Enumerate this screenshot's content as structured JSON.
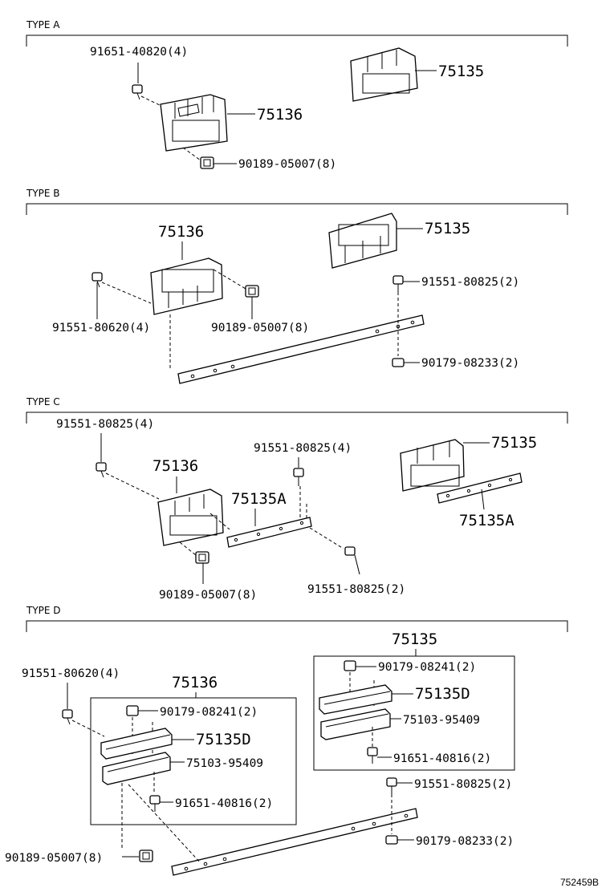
{
  "sections": {
    "a": {
      "title": "TYPE A",
      "labels": {
        "bolt": "91651-40820(4)",
        "p75135": "75135",
        "p75136": "75136",
        "clip": "90189-05007(8)"
      }
    },
    "b": {
      "title": "TYPE B",
      "labels": {
        "p75136": "75136",
        "p75135": "75135",
        "bolt_r": "91551-80825(2)",
        "bolt_l": "91551-80620(4)",
        "clip": "90189-05007(8)",
        "nut": "90179-08233(2)"
      }
    },
    "c": {
      "title": "TYPE C",
      "labels": {
        "bolt_l": "91551-80825(4)",
        "bolt_m": "91551-80825(4)",
        "p75135": "75135",
        "p75136": "75136",
        "p75135a_m": "75135A",
        "p75135a_r": "75135A",
        "clip": "90189-05007(8)",
        "bolt_b": "91551-80825(2)"
      }
    },
    "d": {
      "title": "TYPE D",
      "labels": {
        "p75135_top": "75135",
        "nut_r": "90179-08241(2)",
        "p75135d_r": "75135D",
        "p75103_r": "75103-95409",
        "bolt_r": "91651-40816(2)",
        "bolt_l": "91551-80620(4)",
        "p75136": "75136",
        "nut_l": "90179-08241(2)",
        "p75135d_l": "75135D",
        "p75103_l": "75103-95409",
        "bolt_lb": "91651-40816(2)",
        "bolt_rr": "91551-80825(2)",
        "nut_rr": "90179-08233(2)",
        "clip": "90189-05007(8)"
      }
    }
  },
  "footer": {
    "code": "752459B"
  }
}
